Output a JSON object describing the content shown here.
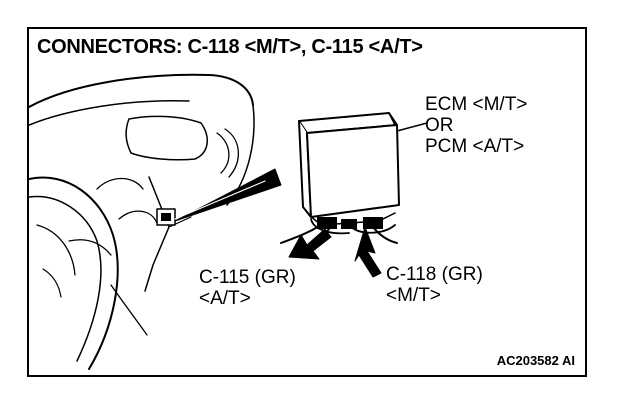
{
  "title": "CONNECTORS: C-118 <M/T>, C-115 <A/T>",
  "ecm_label": {
    "line1": "ECM <M/T>",
    "line2": "OR",
    "line3": "PCM <A/T>"
  },
  "connector_c115": {
    "line1": "C-115 (GR)",
    "line2": "<A/T>"
  },
  "connector_c118": {
    "line1": "C-118 (GR)",
    "line2": "<M/T>"
  },
  "figure_id": "AC203582 AI",
  "colors": {
    "ink": "#000000",
    "paper": "#ffffff"
  }
}
